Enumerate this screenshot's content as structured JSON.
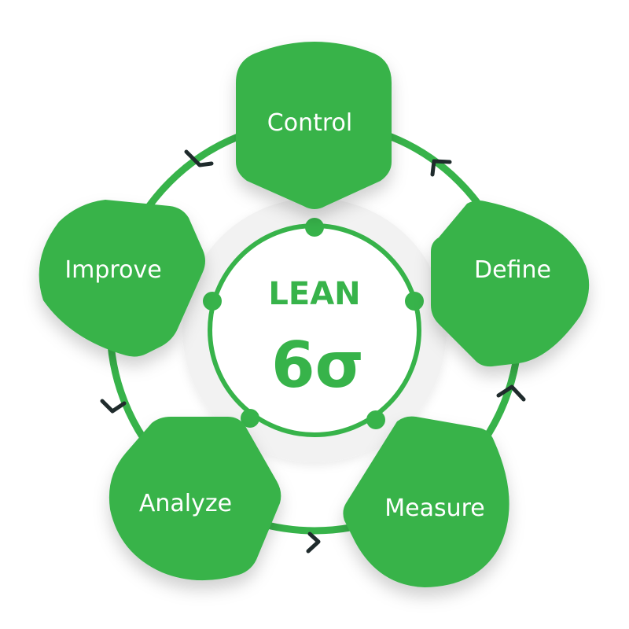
{
  "center": {
    "title": "LEAN",
    "symbol": "6σ"
  },
  "steps": [
    {
      "label": "Control"
    },
    {
      "label": "Define"
    },
    {
      "label": "Measure"
    },
    {
      "label": "Analyze"
    },
    {
      "label": "Improve"
    }
  ],
  "colors": {
    "green": "#37b34a",
    "arrow": "#1f2b2c",
    "hub": "#f2f2f2"
  }
}
